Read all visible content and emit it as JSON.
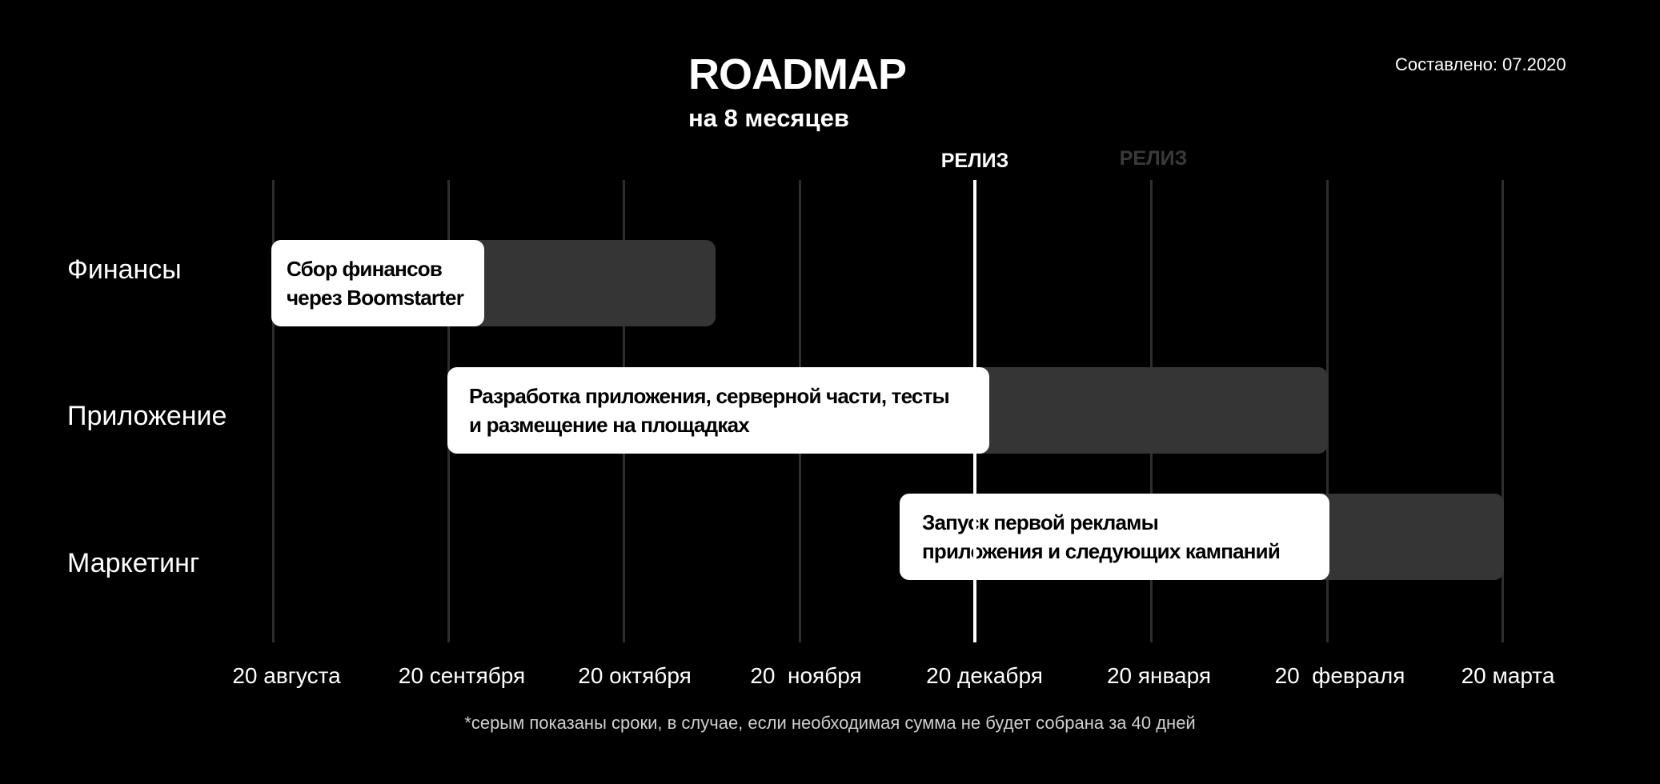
{
  "header": {
    "title": "ROADMAP",
    "subtitle": "на 8 месяцев",
    "compiled": "Составлено: 07.2020"
  },
  "release_labels": {
    "active": "РЕЛИЗ",
    "ghost": "РЕЛИЗ"
  },
  "rows": [
    {
      "label": "Финансы"
    },
    {
      "label": "Приложение"
    },
    {
      "label": "Маркетинг"
    }
  ],
  "tasks": [
    {
      "text": "Сбор финансов\nчерез Boomstarter"
    },
    {
      "text": "Разработка приложения, серверной части, тесты\nи размещение на площадках"
    },
    {
      "text": "Запуск первой рекламы\nприложения и следующих кампаний"
    }
  ],
  "months": [
    "20 августа",
    "20 сентября",
    "20 октября",
    "20  ноября",
    "20 декабря",
    "20 января",
    "20  февраля",
    "20 марта"
  ],
  "footnote": "*серым показаны сроки, в случае, если необходимая сумма не будет собрана за 40 дней",
  "colors": {
    "background": "#000000",
    "main_bar": "#ffffff",
    "extended_bar": "#353535",
    "gridline": "#2e2e2e",
    "ghost_label": "#3a3a3a"
  }
}
